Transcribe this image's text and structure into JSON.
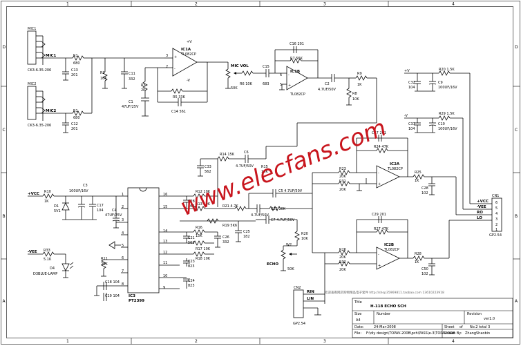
{
  "frame": {
    "cols": [
      "1",
      "2",
      "3",
      "4"
    ],
    "rows": [
      "D",
      "C",
      "B",
      "A"
    ]
  },
  "watermark": "www.elecfans.com",
  "notes": {
    "shop_line": "欢迎查看网店购物精品电子套件 http://shop35969811.taobao.com  13610223918"
  },
  "title_block": {
    "title_label": "Title",
    "title_value": "H-118 ECHO SCH",
    "size_label": "Size",
    "size_value": "A4",
    "number_label": "Number",
    "revision_label": "Revision",
    "revision_value": "ver1.0",
    "date_label": "Date:",
    "date_value": "24-Mar-2008",
    "sheet_label": "Sheet",
    "sheet_of": "of",
    "sheet_value": "No.2 total 3",
    "file_label": "File:",
    "file_value": "F:\\diy design\\TOPAV-200B\\pch\\PASS\\e-3\\TOPAV.DDB",
    "drawn_label": "Drawn By:",
    "drawn_value": "ZhangShaobin"
  },
  "labels": {
    "mic1": "MIC1",
    "mic2": "MIC2",
    "mic1_jack": "CK3-6.35-206",
    "mic2_jack": "CK3-6.35-206",
    "mic1_net": "MIC1",
    "mic2_net": "MIC2",
    "r1_top": "R1",
    "r1_top_v": "680",
    "r1_bot": "R1",
    "r1_bot_v": "680",
    "c13": "C13",
    "c13_v": "201",
    "c12": "C12",
    "c12_v": "201",
    "r2": "R2",
    "r2_v": "10K",
    "c11": "C11",
    "c11_v": "332",
    "r3": "R3",
    "r3_v": "2K",
    "c1": "C1",
    "c1_v": "47UF/25V",
    "ic1a": "IC1A",
    "ic1a_part": "TL082CP",
    "ic1a_vcc": "+V",
    "ic1a_vee": "-V",
    "r5": "R5 33K",
    "c14": "C14  561",
    "mic_vol": "MIC VOL",
    "mic_vol_v": "50K",
    "r6": "R6 10K",
    "c15": "C15",
    "c15_v": "683",
    "c16": "C16 201",
    "r7": "R7 56K",
    "ic1b": "IC1B",
    "ic1b_part": "TL082CP",
    "c2": "C2",
    "c2_v": "4.7UF/50V",
    "r8": "R8",
    "r8_v": "10K",
    "r9": "R9",
    "r9_v": "1K",
    "r20": "R20 1.5K",
    "c32": "C32",
    "c32_v": "104",
    "c9": "C9",
    "c9_v": "100UF/16V",
    "r29": "R29 1.5K",
    "c31": "C31",
    "c31_v": "104",
    "c10": "C10",
    "c10_v": "100UF/16V",
    "rail_pos": "+V",
    "rail_neg": "-V",
    "r14": "R14 15K",
    "c6": "C6",
    "c6_v": "4.7UF/50V",
    "c33": "C33",
    "c33_v": "562",
    "r10": "R10",
    "r10_v": "1K",
    "vcc_in": "+VCC",
    "c3": "C3",
    "c3_v": "100UF/16V",
    "d1": "D1",
    "d1_v": "5V1",
    "c17": "C17",
    "c17_v": "104",
    "c4": "C4",
    "c4_v": "47UF/25V",
    "ic3": "IC3",
    "ic3_part": "PT2399",
    "r12": "R12 10K",
    "r13": "R13 10K",
    "c28": "C28",
    "c28_v": "563",
    "r21": "R21 4.7K",
    "c5": "C5 4.7UF/50V",
    "c7_lbl": "4.7UF/50V",
    "r22": "R22 10K",
    "c7": "C7 4.7UF/50V",
    "r16": "R16",
    "r16_v": "15K",
    "r19": "R19 5K6",
    "c21": "C21",
    "c21_v": "563",
    "c26": "C26",
    "c26_v": "332",
    "c25": "C25",
    "c25_v": "182",
    "r17": "R17 10K",
    "r11": "R11",
    "r11_v": "20K",
    "r18": "R18 10K",
    "c23": "C23",
    "c23_v": "823",
    "c24": "C24",
    "c24_v": "823",
    "c18": "C18 104",
    "c19": "C19 104",
    "r20b": "R20",
    "r20b_v": "10K",
    "w2": "W2",
    "echo": "ECHO",
    "echo_v": "50K",
    "vee_in": "-VEE",
    "r33": "R33",
    "r33_v": "5.1K",
    "d4": "D4",
    "d4_v": "D3BLUE-LAMP",
    "c27": "C27 201",
    "r24": "R24 47K",
    "r23": "R23",
    "r23_v": "20K",
    "r31": "R31",
    "r31_v": "20K",
    "ic2a": "IC2A",
    "ic2a_part": "TL082CP",
    "r25": "R25",
    "r25_v": "1K",
    "c28b": "C28",
    "c28b_v": "102",
    "c29": "C29 201",
    "r27": "R27 47K",
    "r26": "R26",
    "r26_v": "20K",
    "r32": "R32",
    "r32_v": "20K",
    "ic2b": "IC2B",
    "ic2b_part": "TL082CP",
    "r28": "R28",
    "r28_v": "1K",
    "c50": "C50",
    "c50_v": "102",
    "cn1": "CN1",
    "cn1_part": "GP2.54",
    "cn1_pin_vcc": "+VCC",
    "cn1_pin_vee": "-VEE",
    "cn1_pin_ro": "RO",
    "cn1_pin_lo": "LO",
    "cn2": "CN2",
    "cn2_part": "GP2.54",
    "cn2_rin": "RIN",
    "cn2_lin": "LIN"
  }
}
